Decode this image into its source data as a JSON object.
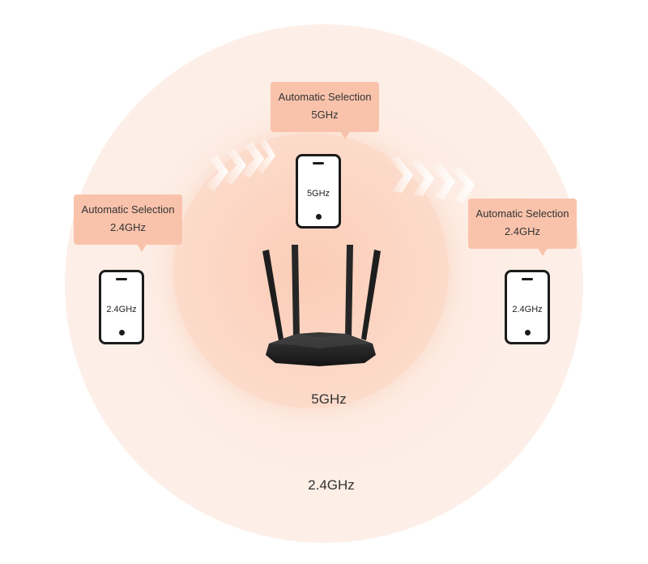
{
  "zones": {
    "outer_label": "2.4GHz",
    "inner_label": "5GHz"
  },
  "devices": {
    "top": {
      "bubble_line1": "Automatic Selection",
      "bubble_line2": "5GHz",
      "phone_label": "5GHz"
    },
    "left": {
      "bubble_line1": "Automatic Selection",
      "bubble_line2": "2.4GHz",
      "phone_label": "2.4GHz"
    },
    "right": {
      "bubble_line1": "Automatic Selection",
      "bubble_line2": "2.4GHz",
      "phone_label": "2.4GHz"
    }
  },
  "colors": {
    "outer_zone": "#fdeee6",
    "inner_zone": "#fcd9c8",
    "bubble": "#f9c3ab",
    "device": "#1b1b1b"
  }
}
